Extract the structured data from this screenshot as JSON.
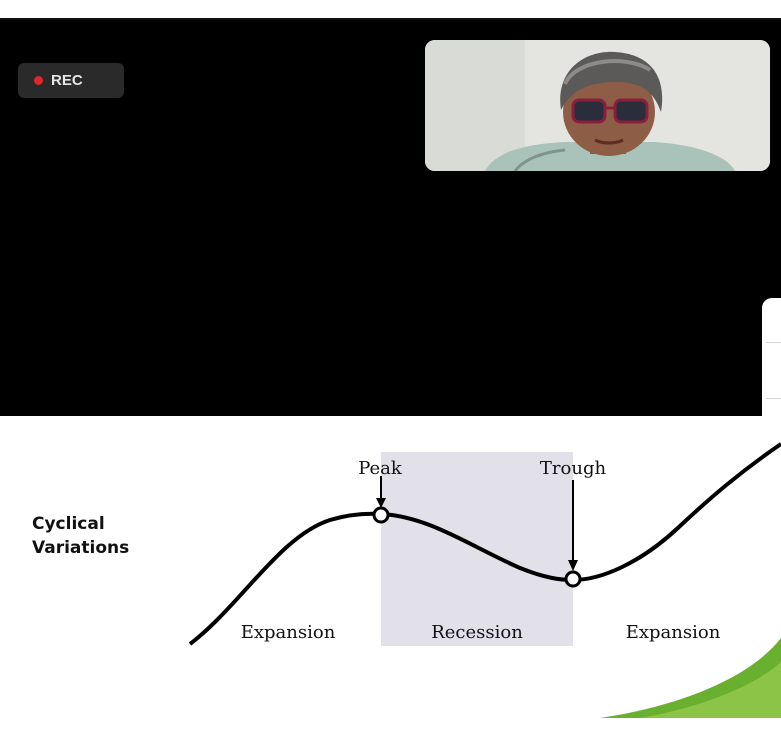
{
  "recording": {
    "label": "REC",
    "indicator_color": "#e0262a"
  },
  "slide": {
    "title_line1": "Cyclical",
    "title_line2": "Variations",
    "labels": {
      "peak": "Peak",
      "trough": "Trough",
      "phase1": "Expansion",
      "phase2": "Recession",
      "phase3": "Expansion"
    },
    "accent_color": "#6ab02f"
  }
}
